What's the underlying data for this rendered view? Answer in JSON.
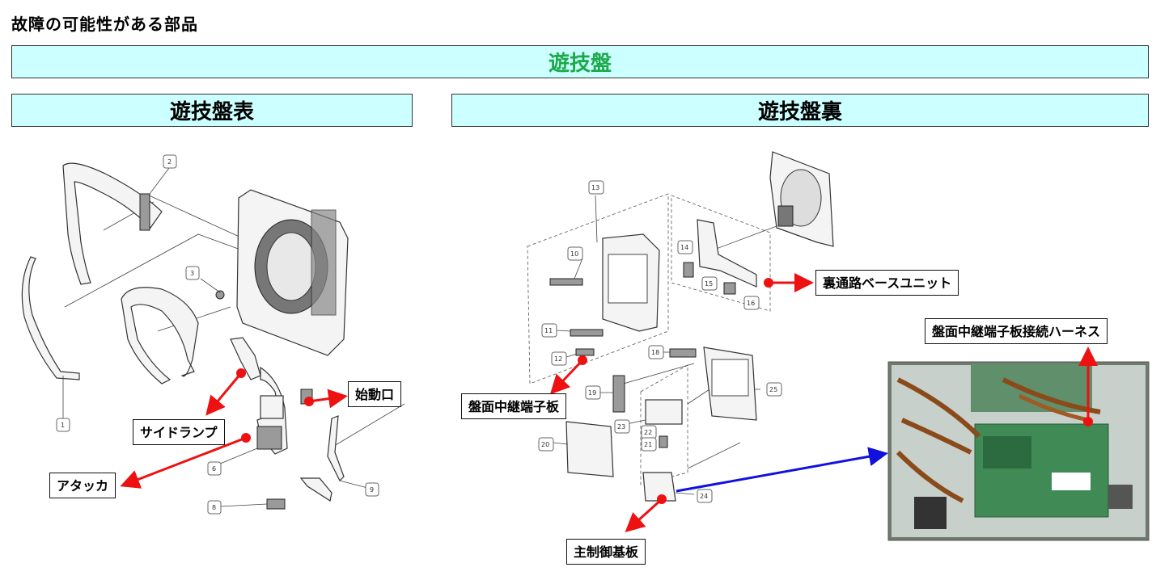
{
  "page_title": "故障の可能性がある部品",
  "main_banner": "遊技盤",
  "front_banner": "遊技盤表",
  "back_banner": "遊技盤裏",
  "callouts": {
    "side_lamp": "サイドランプ",
    "attacker": "アタッカ",
    "start_port": "始動口",
    "relay_board": "盤面中継端子板",
    "back_passage": "裏通路ベースユニット",
    "relay_harness": "盤面中継端子板接続ハーネス",
    "main_control": "主制御基板"
  },
  "part_numbers": {
    "p1": "1",
    "p2": "2",
    "p3": "3",
    "p6": "6",
    "p8": "8",
    "p9": "9",
    "p10": "10",
    "p11": "11",
    "p12": "12",
    "p13": "13",
    "p14": "14",
    "p15": "15",
    "p16": "16",
    "p18": "18",
    "p19": "19",
    "p20": "20",
    "p21": "21",
    "p22": "22",
    "p23": "23",
    "p24": "24",
    "p25": "25"
  },
  "colors": {
    "arrow_red": "#ee1111",
    "arrow_blue": "#1111dd",
    "banner_bg": "#ccffff",
    "main_banner_text": "#1aaa4a"
  }
}
